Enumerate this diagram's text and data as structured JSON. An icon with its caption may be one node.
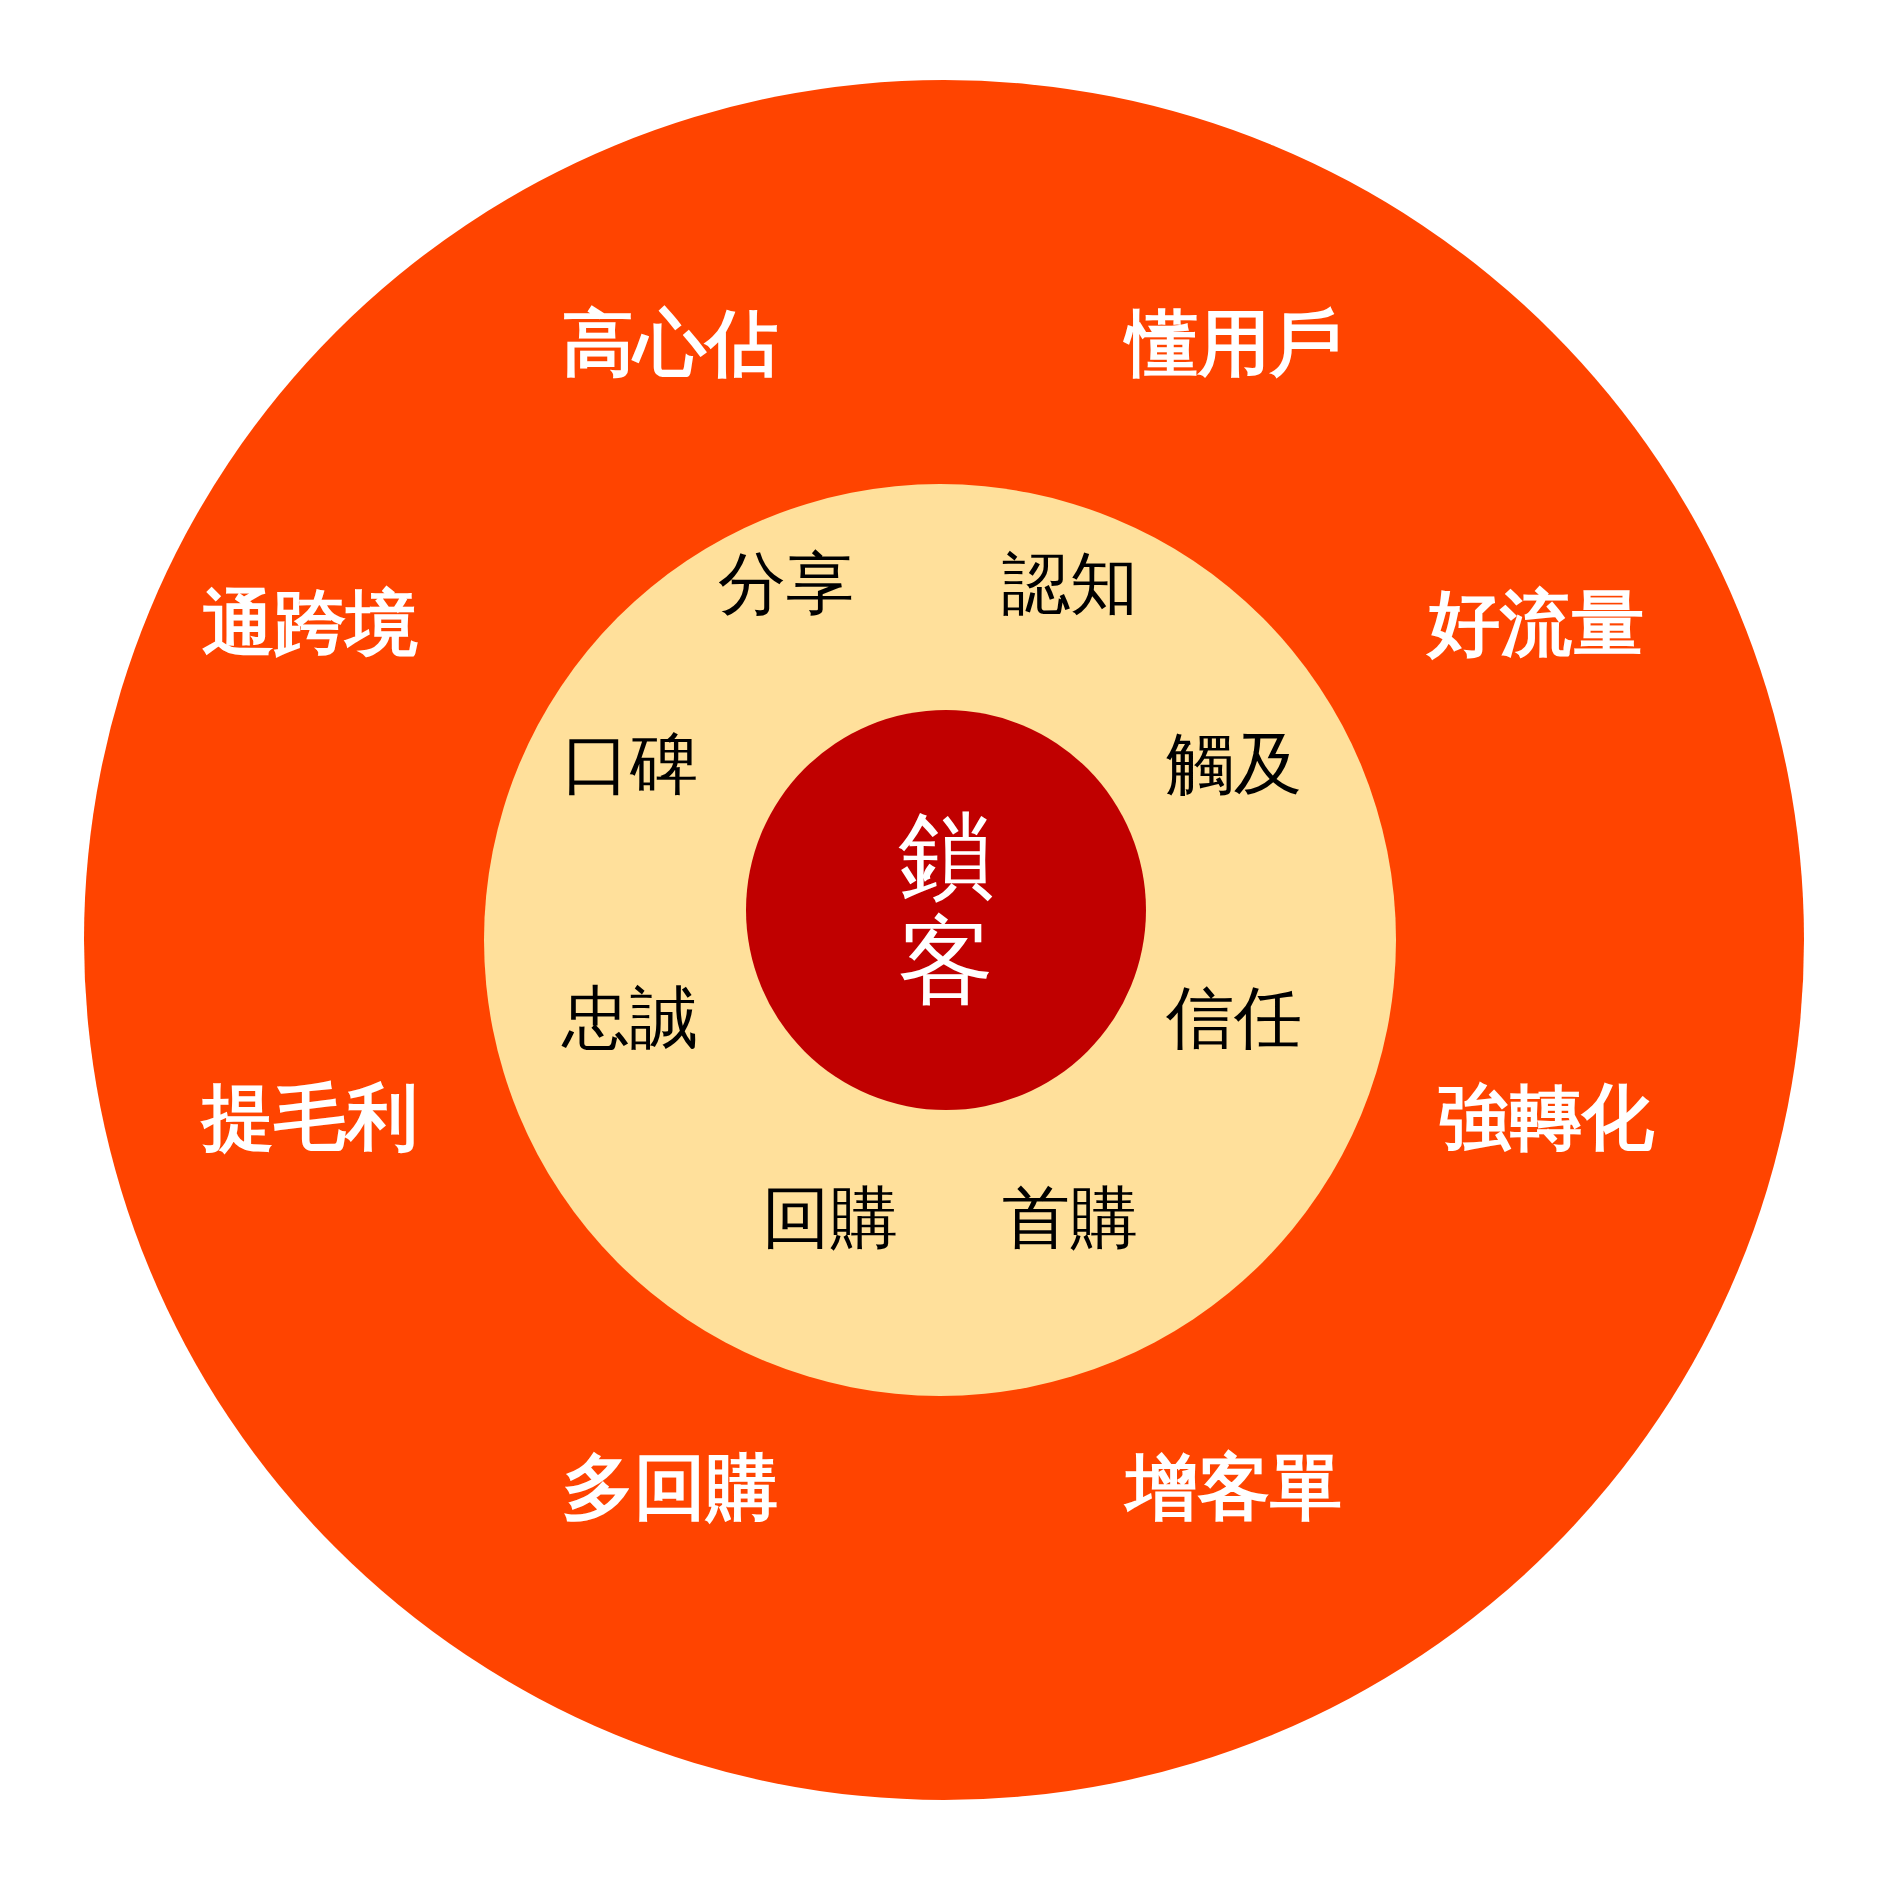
{
  "diagram": {
    "nodes": [
      {
        "text": [
          "高心佔",
          "懂用戶",
          "通跨境",
          "好流量",
          "提毛利",
          "強轉化",
          "多回購",
          "增客單"
        ]
      },
      {
        "text": [
          "分享",
          "認知",
          "口碑",
          "觸及",
          "忠誠",
          "信任",
          "回購",
          "首購"
        ],
        "in": 0
      },
      {
        "text": [
          "鎖客"
        ],
        "in": 1
      }
    ]
  }
}
